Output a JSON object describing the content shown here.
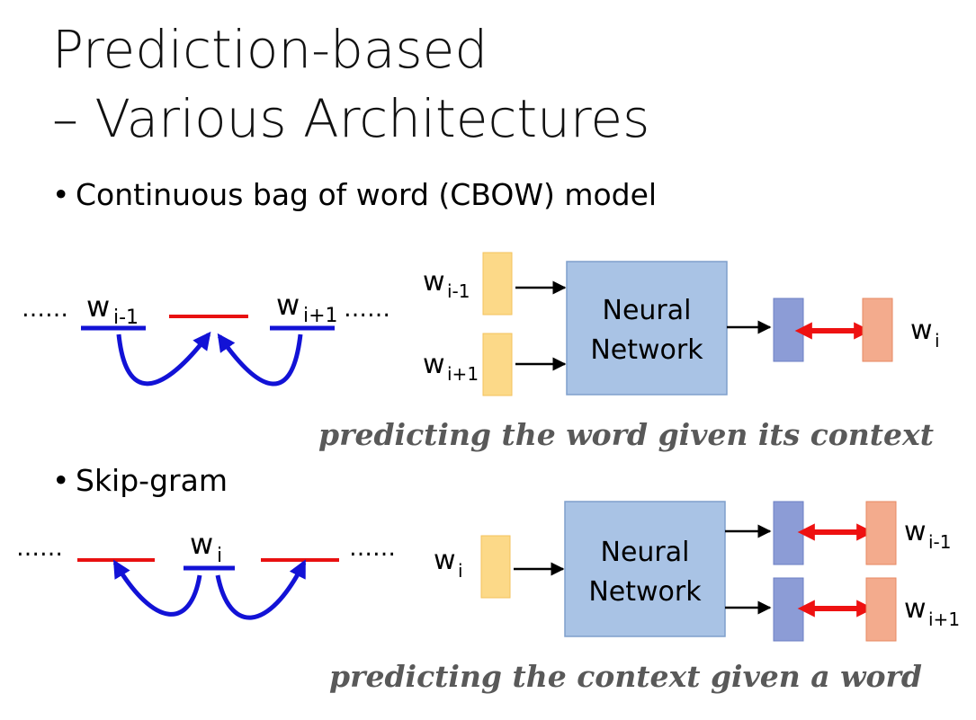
{
  "slide": {
    "title_line1": "Prediction-based",
    "title_line2": "– Various Architectures"
  },
  "cbow": {
    "bullet": "Continuous bag of word (CBOW) model",
    "ellipsis": "……",
    "prev_word": "w",
    "prev_sub": "i-1",
    "next_word": "w",
    "next_sub": "i+1",
    "in1_word": "w",
    "in1_sub": "i-1",
    "in2_word": "w",
    "in2_sub": "i+1",
    "nn_line1": "Neural",
    "nn_line2": "Network",
    "out_word": "w",
    "out_sub": "i",
    "caption": "predicting the word given its context"
  },
  "skipgram": {
    "bullet": "Skip-gram",
    "ellipsis": "……",
    "center_word": "w",
    "center_sub": "i",
    "in_word": "w",
    "in_sub": "i",
    "nn_line1": "Neural",
    "nn_line2": "Network",
    "out1_word": "w",
    "out1_sub": "i-1",
    "out2_word": "w",
    "out2_sub": "i+1",
    "caption": "predicting the context given a word"
  },
  "colors": {
    "blue_line": "#1212d6",
    "red_line": "#e81010",
    "nn_fill": "#a9c3e5",
    "input_fill": "#fcd988",
    "hidden_fill": "#8c9cd6",
    "target_fill": "#f3ab8d",
    "arrow_red": "#ee1111"
  }
}
